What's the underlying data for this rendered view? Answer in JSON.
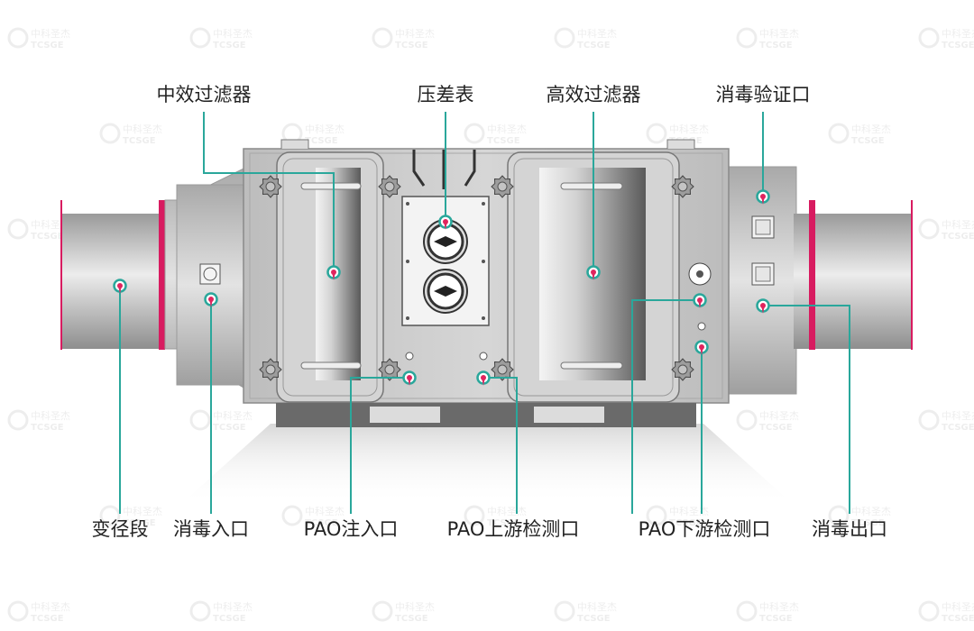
{
  "labels": {
    "medium_filter": "中效过滤器",
    "pressure_gauge": "压差表",
    "high_filter": "高效过滤器",
    "disinfection_verify": "消毒验证口",
    "reducer": "变径段",
    "disinfection_inlet": "消毒入口",
    "pao_inject": "PAO注入口",
    "pao_upstream": "PAO上游检测口",
    "pao_downstream": "PAO下游检测口",
    "disinfection_outlet": "消毒出口"
  },
  "watermark": {
    "cn": "中科圣杰",
    "en": "TCSGE"
  },
  "colors": {
    "leader": "#2aa79b",
    "marker": "#e0245e",
    "flange": "#d81b60",
    "body": "#c9c9c9",
    "base": "#6a6a6a"
  }
}
